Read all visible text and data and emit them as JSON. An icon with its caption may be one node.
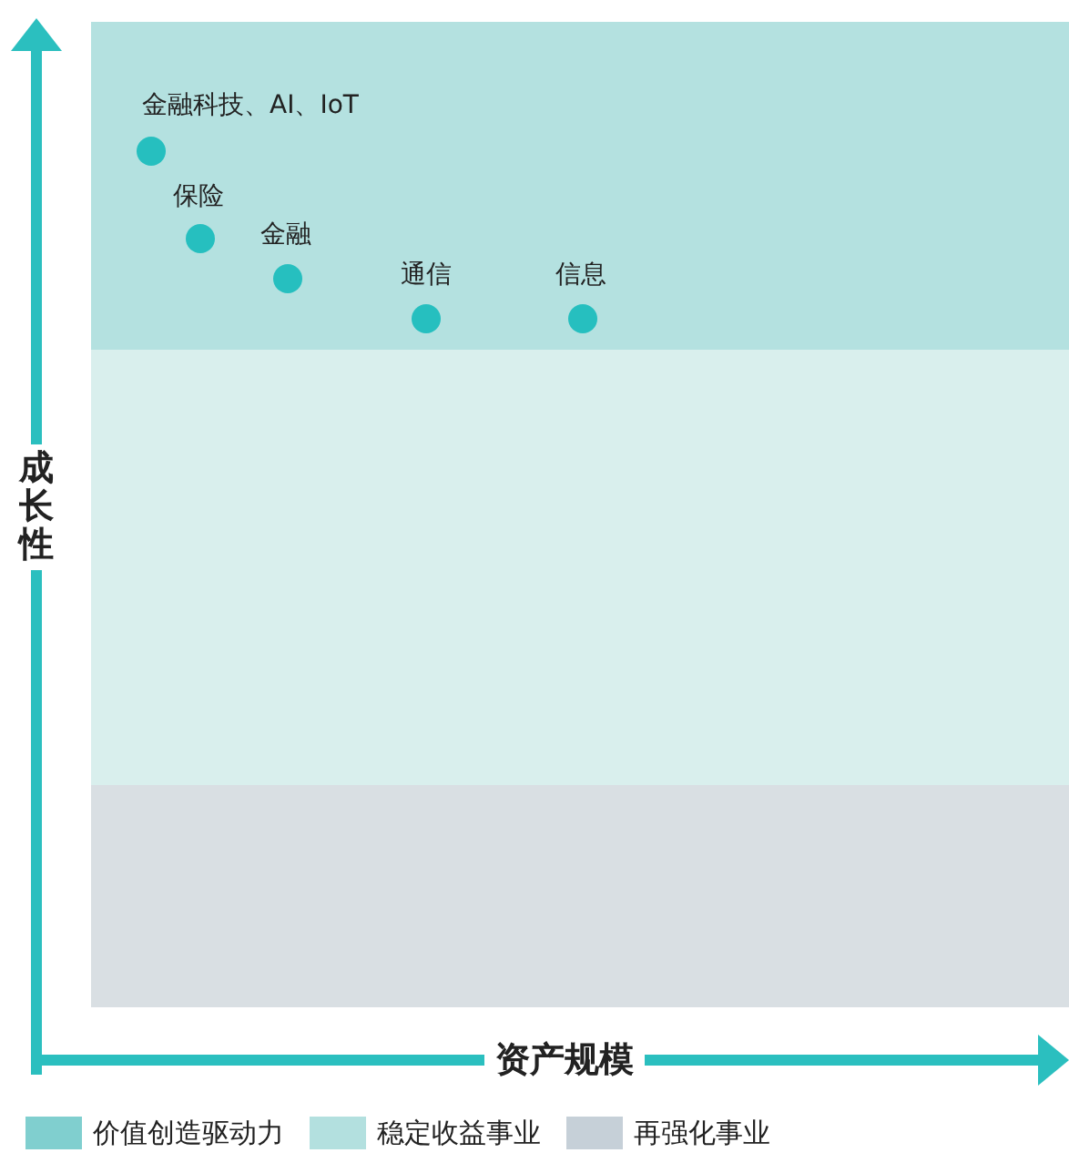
{
  "diagram": {
    "nodes": [
      {
        "text": [
          "金融科技、AI、IoT"
        ]
      },
      {
        "text": [
          "保险"
        ]
      },
      {
        "text": [
          "金融"
        ]
      },
      {
        "text": [
          "通信"
        ]
      },
      {
        "text": [
          "信息"
        ]
      }
    ],
    "labels": [
      "成长性",
      "资产规模"
    ],
    "legend": [
      {
        "text": "价值创造驱动力",
        "color": "#80cfcf"
      },
      {
        "text": "稳定收益事业",
        "color": "#b3e0df"
      },
      {
        "text": "再强化事业",
        "color": "#c6d0d8"
      }
    ]
  }
}
